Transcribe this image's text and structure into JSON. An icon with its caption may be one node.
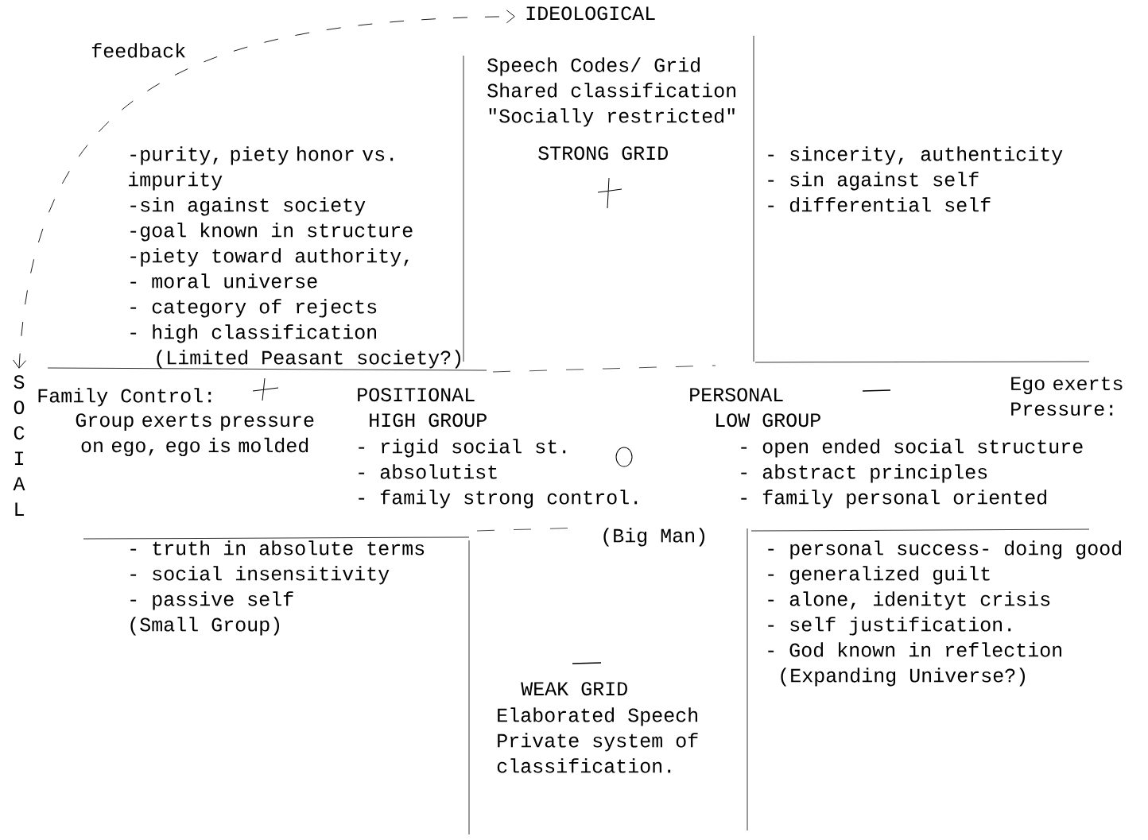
{
  "diagram": {
    "nodes": [
      {
        "text": [
          "IDEOLOGICAL"
        ]
      },
      {
        "text": [
          "SOCIAL"
        ]
      }
    ],
    "edges": [
      {
        "from": 1,
        "to": 0,
        "arrow": "both",
        "style": "dashed",
        "label": "feedback"
      }
    ],
    "labels": [
      "Speech Codes/ Grid",
      "Shared classification",
      "\"Socially restricted\"",
      "STRONG GRID",
      "-purity, piety honor vs. impurity",
      "-sin against society",
      "-goal known in structure",
      "-piety toward authority,",
      "- moral universe",
      "- category of rejects",
      "- high classification",
      "(Limited Peasant society?)",
      "- sincerity, authenticity",
      "- sin against self",
      "- differential self",
      "Family Control:",
      "Group exerts pressure on ego, ego is molded",
      "POSITIONAL",
      "HIGH GROUP",
      "- rigid social st.",
      "- absolutist",
      "- family strong control.",
      "PERSONAL",
      "LOW GROUP",
      "- open ended social structure",
      "- abstract principles",
      "- family personal oriented",
      "Ego exerts Pressure:",
      "(Big Man)",
      "- truth in absolute terms",
      "- social insensitivity",
      "- passive self",
      "(Small Group)",
      "- personal success- doing good",
      "- generalized guilt",
      "- alone, idenityt crisis",
      "- self justification.",
      "- God known in reflection",
      "(Expanding Universe?)",
      "WEAK GRID",
      "Elaborated Speech",
      "Private system of",
      "classification."
    ]
  }
}
